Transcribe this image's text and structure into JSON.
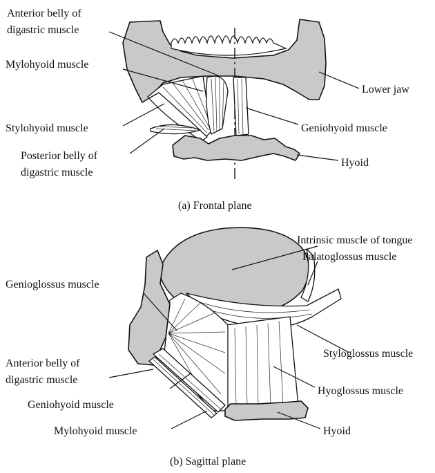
{
  "frontal": {
    "caption": "(a) Frontal plane",
    "labels": {
      "anterior_belly_line1": "Anterior belly of",
      "anterior_belly_line2": "digastric muscle",
      "mylohyoid": "Mylohyoid muscle",
      "stylohyoid": "Stylohyoid muscle",
      "posterior_belly_line1": "Posterior belly of",
      "posterior_belly_line2": "digastric muscle",
      "lower_jaw": "Lower jaw",
      "geniohyoid": "Geniohyoid muscle",
      "hyoid": "Hyoid"
    }
  },
  "sagittal": {
    "caption": "(b) Sagittal plane",
    "labels": {
      "intrinsic": "Intrinsic muscle of tongue",
      "palatoglossus": "Palatoglossus muscle",
      "genioglossus": "Genioglossus muscle",
      "anterior_belly_line1": "Anterior belly of",
      "anterior_belly_line2": "digastric muscle",
      "geniohyoid": "Geniohyoid muscle",
      "mylohyoid": "Mylohyoid muscle",
      "styloglossus": "Styloglossus muscle",
      "hyoglossus": "Hyoglossus muscle",
      "hyoid": "Hyoid"
    }
  },
  "colors": {
    "bone": "#c9c9c9",
    "ink": "#111111"
  }
}
